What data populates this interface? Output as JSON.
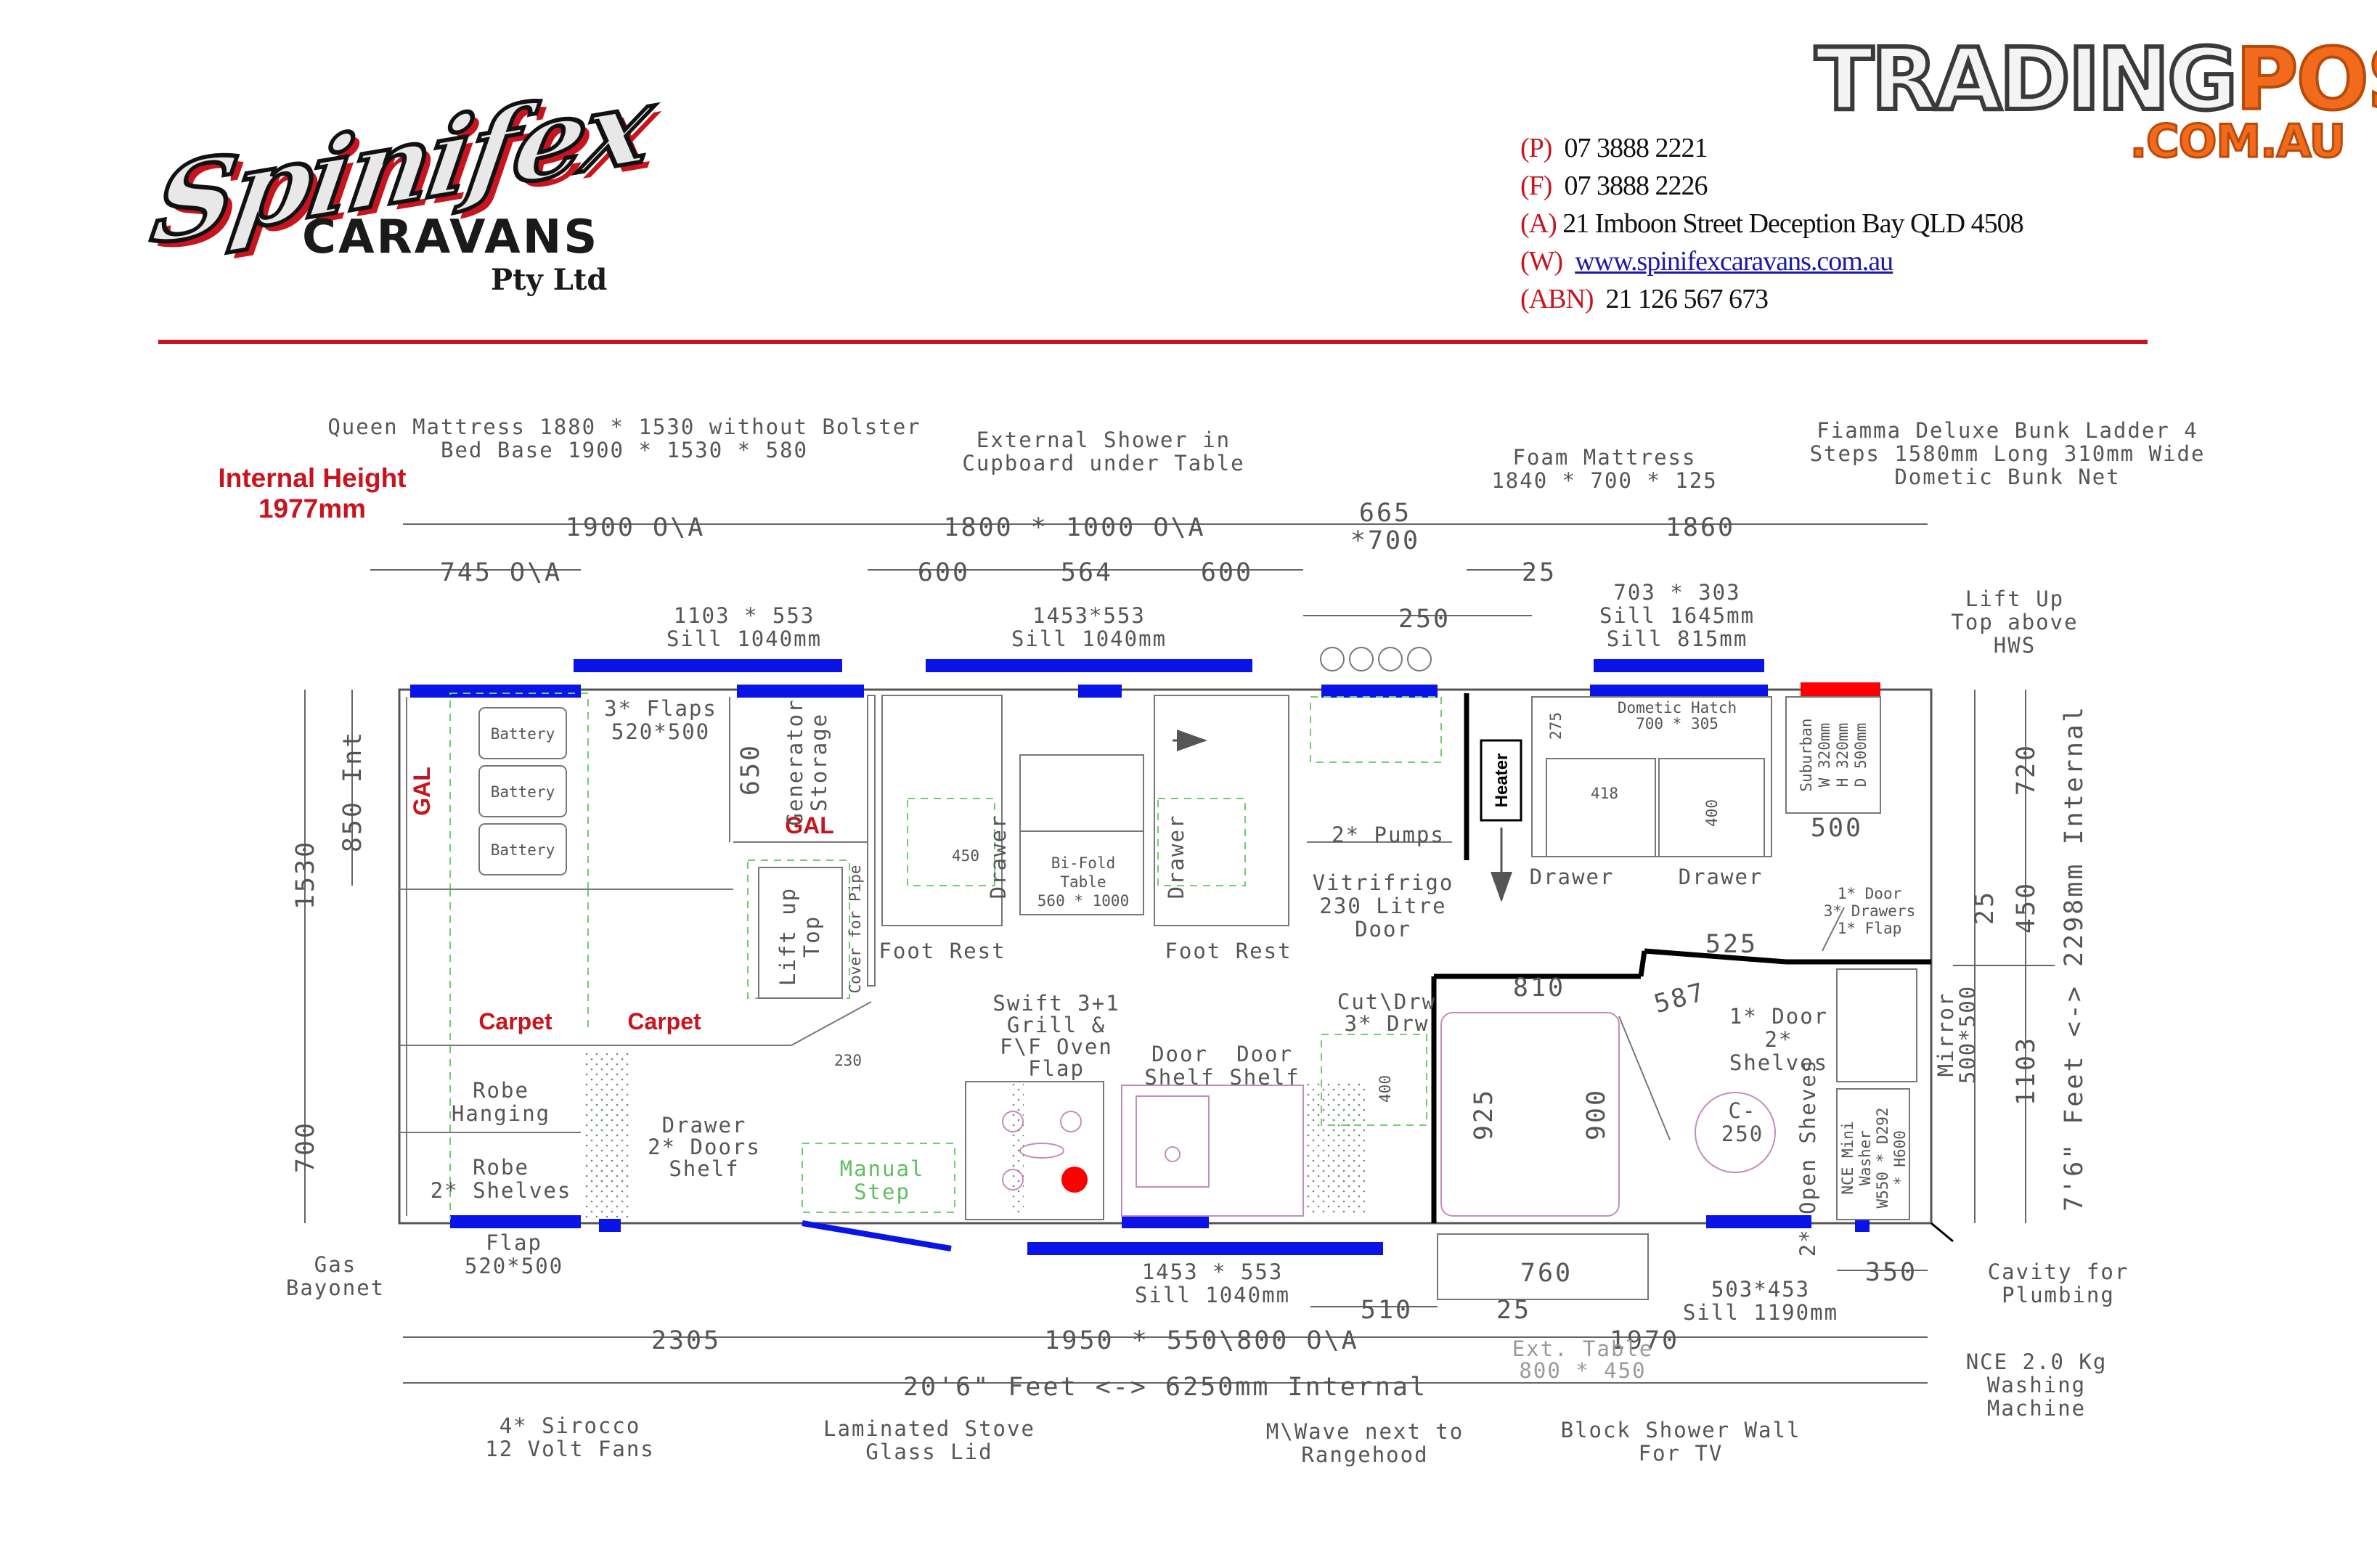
{
  "brand": {
    "script_name": "Spinifex",
    "company": "CARAVANS",
    "suffix": "Pty Ltd"
  },
  "watermark": {
    "main_a": "TRADING",
    "main_b": "POST",
    "sub": ".COM.AU"
  },
  "contact": [
    {
      "key": "(P)",
      "value": "07 3888 2221"
    },
    {
      "key": "(F)",
      "value": "07 3888 2226"
    },
    {
      "key": "(A)",
      "value": "21 Imboon Street Deception Bay QLD 4508"
    },
    {
      "key": "(W)",
      "value": "www.spinifexcaravans.com.au"
    },
    {
      "key": "(ABN)",
      "value": "21 126 567 673"
    }
  ],
  "internal_height": {
    "line1": "Internal Height",
    "line2": "1977mm"
  },
  "colors": {
    "accent_red": "#c8141e",
    "window_blue": "#0a14e6",
    "hatch_red": "#ff0000",
    "orange": "#f26a1b"
  },
  "notes_top": {
    "queen_1": "Queen Mattress 1880 * 1530 without Bolster",
    "queen_2": "Bed Base 1900 * 1530 * 580",
    "shower_1": "External Shower in",
    "shower_2": "Cupboard under Table",
    "foam_1": "Foam Mattress",
    "foam_2": "1840 * 700 * 125",
    "ladder_1": "Fiamma Deluxe Bunk Ladder 4",
    "ladder_2": "Steps 1580mm Long 310mm Wide",
    "ladder_3": "Dometic Bunk Net",
    "lift_1": "Lift Up",
    "lift_2": "Top above",
    "lift_3": "HWS"
  },
  "dims_top": {
    "d1900": "1900 O\\A",
    "d745": "745 O\\A",
    "d1800": "1800 * 1000 O\\A",
    "d600a": "600",
    "d564": "564",
    "d600b": "600",
    "d665a": "665",
    "d665b": "*700",
    "d250": "250",
    "d25": "25",
    "d1860": "1860"
  },
  "windows_top": {
    "w1a": "1103 * 553",
    "w1b": "Sill 1040mm",
    "w2a": "1453*553",
    "w2b": "Sill 1040mm",
    "w3a": "703 * 303",
    "w3b": "Sill 1645mm",
    "w3c": "Sill 815mm"
  },
  "interior": {
    "flaps_1": "3* Flaps",
    "flaps_2": "520*500",
    "battery": "Battery",
    "gal": "GAL",
    "d650": "650",
    "gen_1": "Generator",
    "gen_2": "Storage",
    "lift_top_1": "Lift up",
    "lift_top_2": "Top",
    "cover_pipe": "Cover for Pipe",
    "d450": "450",
    "drawer": "Drawer",
    "bifold_1": "Bi-Fold",
    "bifold_2": "Table",
    "bifold_3": "560 * 1000",
    "foot_rest": "Foot Rest",
    "pumps": "2* Pumps",
    "vitri_1": "Vitrifrigo",
    "vitri_2": "230 Litre",
    "vitri_3": "Door",
    "heater": "Heater",
    "d275": "275",
    "hatch_1": "Dometic Hatch",
    "hatch_2": "700 * 305",
    "d418": "418",
    "d400a": "400",
    "suburban_1": "Suburban",
    "suburban_2": "W 320mm",
    "suburban_3": "H 320mm",
    "suburban_4": "D 500mm",
    "d500": "500",
    "door_drawers_1": "1* Door",
    "door_drawers_2": "3* Drawers",
    "door_drawers_3": "1* Flap",
    "d525": "525",
    "d810": "810",
    "d587": "587",
    "door_shelves_1": "1* Door",
    "door_shelves_2": "2*",
    "door_shelves_3": "Shelves",
    "carpet": "Carpet",
    "d230": "230",
    "swift_1": "Swift 3+1",
    "swift_2": "Grill &",
    "swift_3": "F\\F Oven",
    "swift_4": "Flap",
    "cut_1": "Cut\\Drw",
    "cut_2": "3* Drw",
    "d400b": "400",
    "door_shelf": "Door",
    "shelf": "Shelf",
    "d925": "925",
    "d900": "900",
    "c250": "C-",
    "c250b": "250",
    "open_shelves": "2* Open Sheves",
    "washer_1": "NCE Mini",
    "washer_2": "Washer",
    "washer_3": "W550 * D292",
    "washer_4": "* H600",
    "robe_1": "Robe",
    "robe_2": "Hanging",
    "robe_3": "Robe",
    "robe_4": "2* Shelves",
    "drawer_doors_1": "Drawer",
    "drawer_doors_2": "2* Doors",
    "drawer_doors_3": "Shelf",
    "manual_1": "Manual",
    "manual_2": "Step"
  },
  "dims_side": {
    "left_1530": "1530",
    "left_850": "850 Int",
    "left_700": "700",
    "right_720": "720",
    "right_25": "25",
    "right_450": "450",
    "right_1103": "1103",
    "mirror_1": "Mirror",
    "mirror_2": "500*500",
    "height_1": "7'6\" Feet <-> 2298mm Internal"
  },
  "bottom": {
    "gas_1": "Gas",
    "gas_2": "Bayonet",
    "flap_1": "Flap",
    "flap_2": "520*500",
    "w4a": "1453 * 553",
    "w4b": "Sill 1040mm",
    "d760": "760",
    "d25": "25",
    "d510": "510",
    "w5a": "503*453",
    "w5b": "Sill 1190mm",
    "d350": "350",
    "cavity_1": "Cavity for",
    "cavity_2": "Plumbing",
    "d2305": "2305",
    "d1950": "1950 * 550\\800 O\\A",
    "d1970": "1970",
    "ext_1": "Ext. Table",
    "ext_2": "800 * 450",
    "total": "20'6\" Feet <-> 6250mm Internal",
    "nce_1": "NCE 2.0 Kg",
    "nce_2": "Washing",
    "nce_3": "Machine",
    "fans_1": "4* Sirocco",
    "fans_2": "12 Volt Fans",
    "stove_1": "Laminated Stove",
    "stove_2": "Glass Lid",
    "mw_1": "M\\Wave next to",
    "mw_2": "Rangehood",
    "block_1": "Block Shower Wall",
    "block_2": "For TV"
  }
}
